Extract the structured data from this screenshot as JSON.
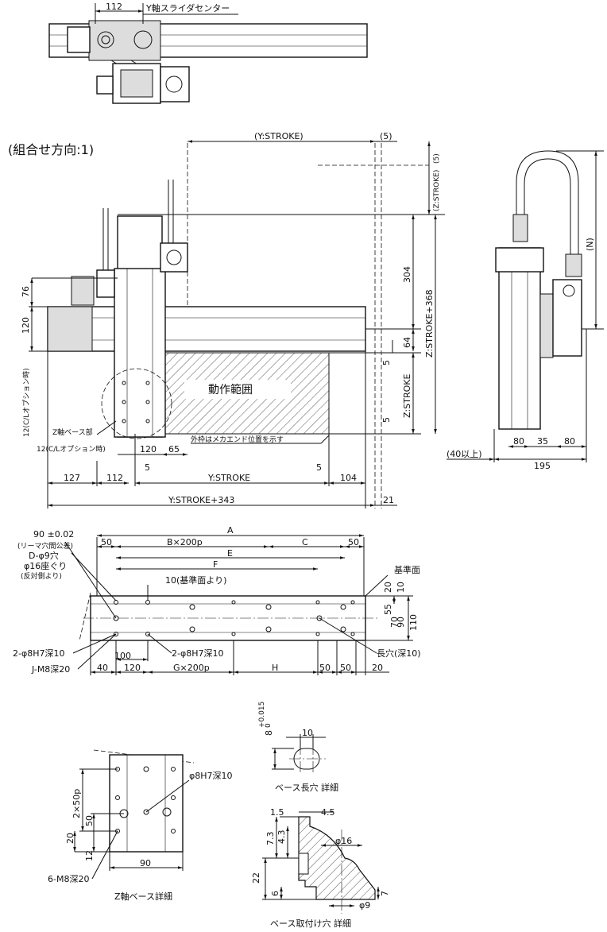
{
  "top_view": {
    "dim_112": "112",
    "y_slider_center": "Y軸スライダセンター"
  },
  "front_view": {
    "title": "(組合せ方向:1)",
    "y_stroke_paren": "(Y:STROKE)",
    "dim_5_paren": "(5)",
    "dim_5_paren_v": "(5)",
    "z_stroke_paren": "(Z:STROKE)",
    "dim_304": "304",
    "z_stroke_368": "Z:STROKE+368",
    "dim_64": "64",
    "dim_5a": "5",
    "z_stroke": "Z:STROKE",
    "dim_5b": "5",
    "dim_76": "76",
    "dim_120v": "120",
    "cl_option_v": "12(C/Lオプション時)",
    "working_range": "動作範囲",
    "z_base_label": "Z軸ベース部",
    "outer_frame_note": "外枠はメカエンド位置を示す",
    "cl_option_h": "12(C/Lオプション時)",
    "dim_120h": "120",
    "dim_65": "65",
    "dim_127": "127",
    "dim_112": "112",
    "dim_5c": "5",
    "y_stroke": "Y:STROKE",
    "dim_5d": "5",
    "dim_104": "104",
    "y_stroke_343": "Y:STROKE+343",
    "dim_21": "21"
  },
  "side_view": {
    "dim_n": "(N)",
    "dim_80a": "80",
    "dim_35": "35",
    "dim_80b": "80",
    "dim_40": "(40以上)",
    "dim_195": "195"
  },
  "base_view": {
    "dim_a": "A",
    "tol_90": "90 ±0.02",
    "reamer_tol": "(リーマ穴間公差)",
    "dim_50a": "50",
    "b_pitch": "B×200p",
    "dim_c": "C",
    "dim_50b": "50",
    "dim_e": "E",
    "d_hole": "D-φ9穴",
    "counterbore": "φ16座ぐり",
    "opposite": "(反対側より)",
    "dim_f": "F",
    "ref10": "10(基準面より)",
    "ref_face": "基準面",
    "dim_20v": "20",
    "dim_10v": "10",
    "dim_55": "55",
    "dim_70": "70",
    "dim_90v": "90",
    "dim_110": "110",
    "pin_left": "2-φ8H7深10",
    "pin_center": "2-φ8H7深10",
    "slot_label": "長穴(深10)",
    "dim_100": "100",
    "j_tap": "J-M8深20",
    "dim_40": "40",
    "dim_120": "120",
    "g_pitch": "G×200p",
    "dim_h": "H",
    "dim_50c": "50",
    "dim_50d": "50",
    "dim_20h": "20"
  },
  "slot_detail": {
    "tol_8": "8",
    "tol_upper": "+0.015",
    "tol_lower": "0",
    "dim_10": "10",
    "caption": "ベース長穴 詳細"
  },
  "z_base_detail": {
    "pin_hole": "φ8H7深10",
    "pitch": "2×50p",
    "dim_50": "50",
    "dim_20": "20",
    "dim_12": "12",
    "dim_90": "90",
    "tap": "6-M8深20",
    "caption": "Z軸ベース詳細"
  },
  "hole_detail": {
    "dim_15": "1.5",
    "dim_45": "4.5",
    "dim_73": "7.3",
    "dim_43": "4.3",
    "dia_16": "φ16",
    "dim_22": "22",
    "dim_6": "6",
    "dim_7": "7",
    "dia_9": "φ9",
    "caption": "ベース取付け穴 詳細"
  }
}
